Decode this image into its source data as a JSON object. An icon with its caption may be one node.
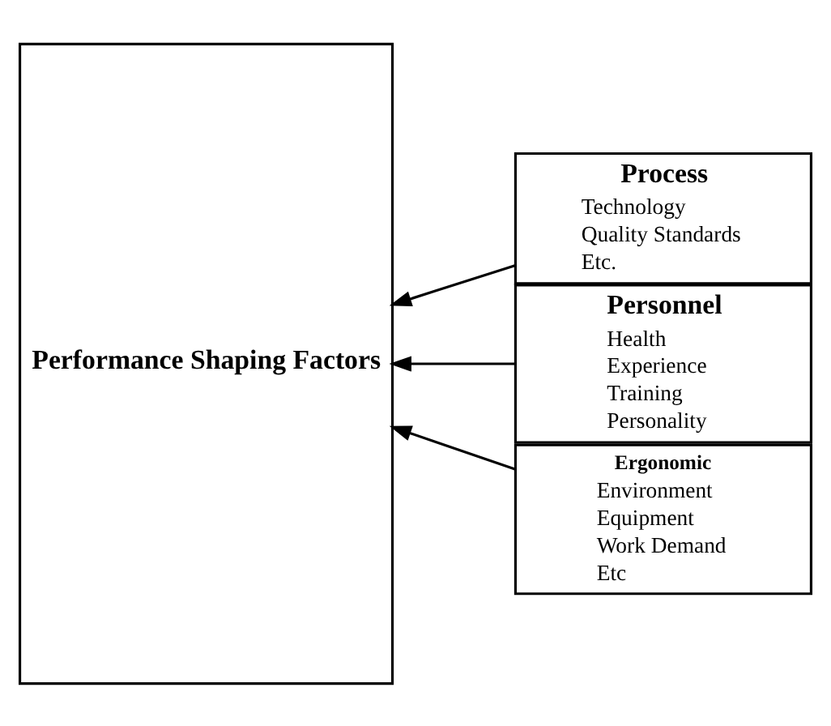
{
  "diagram": {
    "nodes": [
      {
        "text": [
          "Performance Shaping Factors"
        ]
      },
      {
        "text": [
          "Process",
          "Technology",
          "Quality Standards",
          "Etc."
        ]
      },
      {
        "text": [
          "Personnel",
          "Health",
          "Experience",
          "Training",
          "Personality"
        ]
      },
      {
        "text": [
          "Ergonomic",
          "Environment",
          "Equipment",
          "Work Demand",
          "Etc"
        ]
      }
    ],
    "edges": [
      {
        "from": 1,
        "to": 0,
        "arrow": "to"
      },
      {
        "from": 2,
        "to": 0,
        "arrow": "to"
      },
      {
        "from": 3,
        "to": 0,
        "arrow": "to"
      }
    ]
  }
}
